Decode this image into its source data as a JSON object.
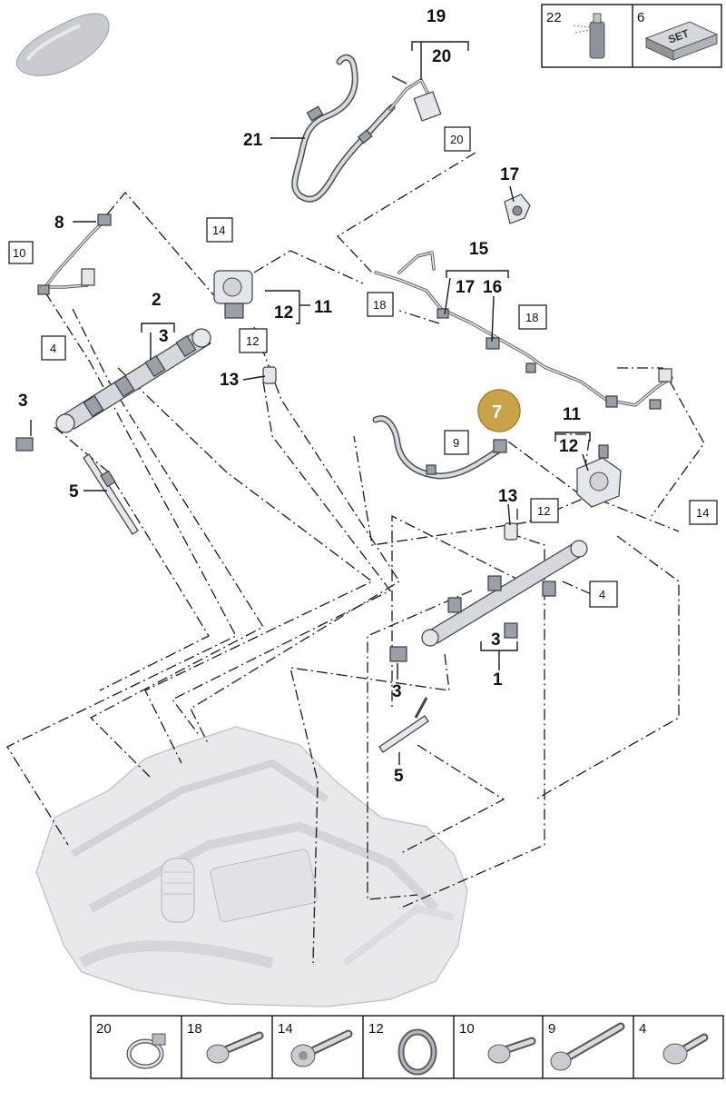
{
  "top_legend": [
    {
      "num": "22",
      "icon": "spray-can-icon"
    },
    {
      "num": "6",
      "icon": "set-box-icon",
      "text": "SET"
    }
  ],
  "callouts": {
    "c19": "19",
    "c20a": "20",
    "c21": "21",
    "c17a": "17",
    "c8": "8",
    "c15": "15",
    "c17b": "17",
    "c16": "16",
    "c2a": "2",
    "c3a": "3",
    "c12a": "12",
    "c11a": "11",
    "c3b": "3",
    "c13a": "13",
    "c5a": "5",
    "c11b": "11",
    "c12b": "12",
    "c13b": "13",
    "c3c": "3",
    "c1": "1",
    "c3d": "3",
    "c5b": "5"
  },
  "boxed": {
    "b20": "20",
    "b10": "10",
    "b14a": "14",
    "b18a": "18",
    "b18b": "18",
    "b4a": "4",
    "b12a": "12",
    "b9": "9",
    "b12b": "12",
    "b14b": "14",
    "b4b": "4"
  },
  "highlight": {
    "num": "7",
    "color": "#c9a24a"
  },
  "bottom_legend": [
    {
      "num": "20",
      "icon": "hose-clamp-icon"
    },
    {
      "num": "18",
      "icon": "hex-bolt-short-icon"
    },
    {
      "num": "14",
      "icon": "socket-bolt-icon"
    },
    {
      "num": "12",
      "icon": "o-ring-icon"
    },
    {
      "num": "10",
      "icon": "torx-bolt-short-icon"
    },
    {
      "num": "9",
      "icon": "long-bolt-icon"
    },
    {
      "num": "4",
      "icon": "torx-bolt-icon"
    }
  ]
}
